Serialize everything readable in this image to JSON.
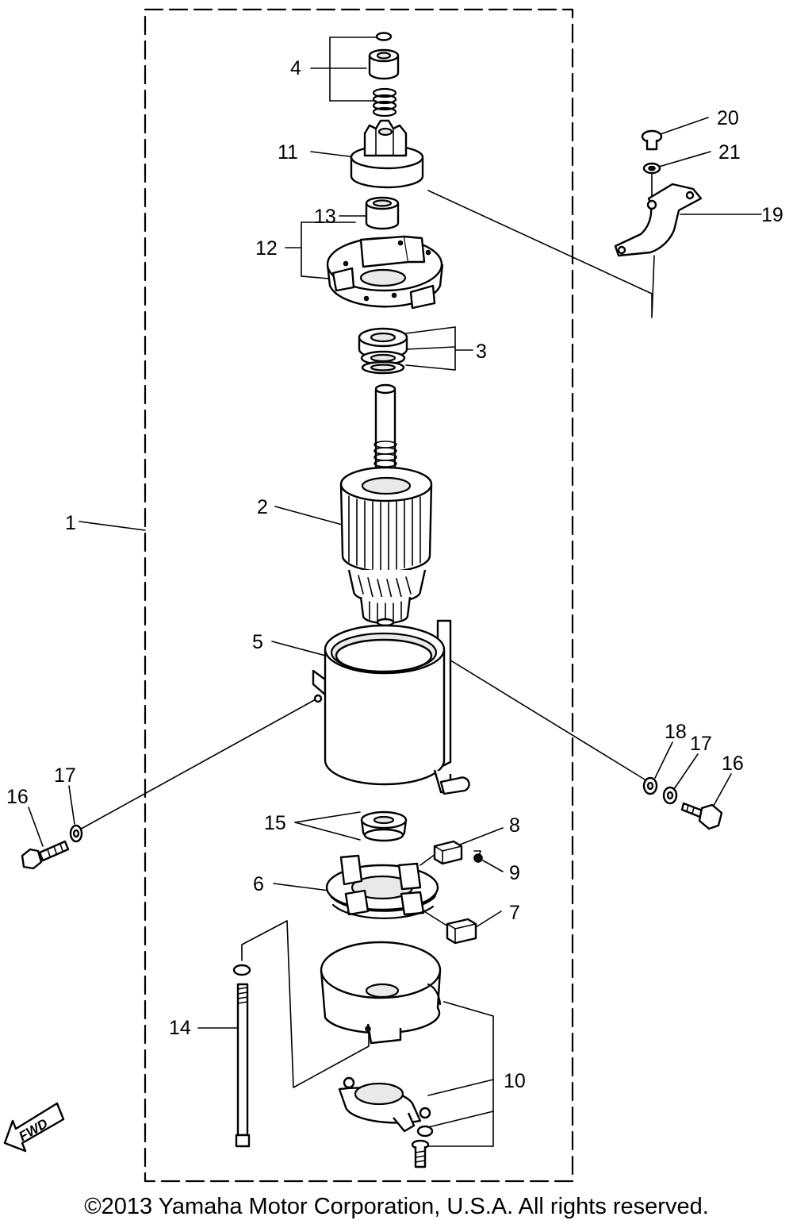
{
  "callouts": [
    {
      "id": "c1",
      "text": "1"
    },
    {
      "id": "c2",
      "text": "2"
    },
    {
      "id": "c3",
      "text": "3"
    },
    {
      "id": "c4",
      "text": "4"
    },
    {
      "id": "c5",
      "text": "5"
    },
    {
      "id": "c6",
      "text": "6"
    },
    {
      "id": "c7",
      "text": "7"
    },
    {
      "id": "c8",
      "text": "8"
    },
    {
      "id": "c9",
      "text": "9"
    },
    {
      "id": "c10",
      "text": "10"
    },
    {
      "id": "c11",
      "text": "11"
    },
    {
      "id": "c12",
      "text": "12"
    },
    {
      "id": "c13",
      "text": "13"
    },
    {
      "id": "c14",
      "text": "14"
    },
    {
      "id": "c15",
      "text": "15"
    },
    {
      "id": "c16a",
      "text": "16"
    },
    {
      "id": "c16b",
      "text": "16"
    },
    {
      "id": "c17a",
      "text": "17"
    },
    {
      "id": "c17b",
      "text": "17"
    },
    {
      "id": "c18",
      "text": "18"
    },
    {
      "id": "c19",
      "text": "19"
    },
    {
      "id": "c20",
      "text": "20"
    },
    {
      "id": "c21",
      "text": "21"
    }
  ],
  "fwd_label": "FWD",
  "copyright": "©2013 Yamaha Motor Corporation, U.S.A. All rights reserved."
}
